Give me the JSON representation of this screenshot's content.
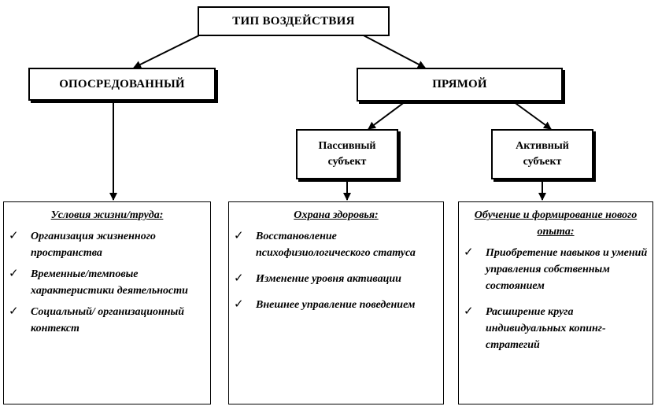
{
  "root": {
    "label": "ТИП ВОЗДЕЙСТВИЯ"
  },
  "mediated": {
    "label": "ОПОСРЕДОВАННЫЙ"
  },
  "direct": {
    "label": "ПРЯМОЙ"
  },
  "passive_subject": {
    "label": "Пассивный\nсубъект"
  },
  "active_subject": {
    "label": "Активный\nсубъект"
  },
  "panels": [
    {
      "title": "Условия жизни/труда:",
      "items": [
        "Организация жизненного пространства",
        "Временные/темповые характеристики деятельности",
        "Социальный/ организационный контекст"
      ]
    },
    {
      "title": "Охрана здоровья:",
      "items": [
        "Восстановление психофизиологического статуса",
        "Изменение уровня активации",
        "Внешнее управление поведением"
      ]
    },
    {
      "title": "Обучение и формирование нового опыта:",
      "items": [
        "Приобретение навыков и умений управления собственным состоянием",
        "Расширение круга индивидуальных копинг-стратегий"
      ]
    }
  ],
  "check_glyph": "✓"
}
